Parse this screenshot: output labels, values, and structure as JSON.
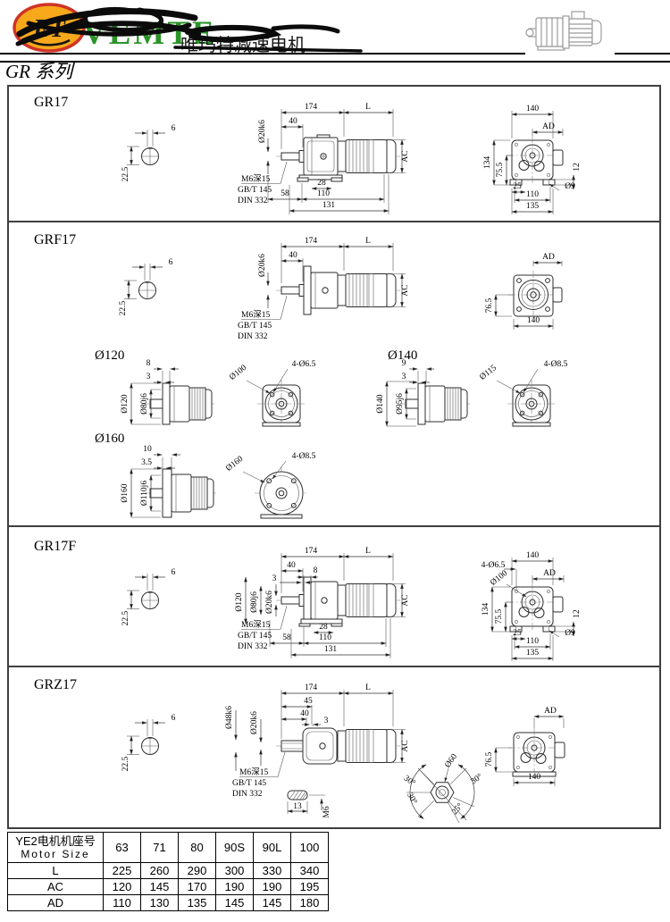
{
  "header": {
    "logo_badge": "ET",
    "brand": "VEMTE",
    "subtitle": "唯玛特减速电机",
    "series": "GR 系列"
  },
  "gr17": {
    "title": "GR17",
    "key_w": "6",
    "key_h": "22.5",
    "dim_174": "174",
    "dim_L": "L",
    "dim_40": "40",
    "shaft_dia": "Ø20k6",
    "dim_AC": "AC",
    "tap_line1": "M6深15",
    "tap_line2": "GB/T 145",
    "tap_line3": "DIN 332",
    "dim_58": "58",
    "dim_28": "28",
    "dim_110": "110",
    "dim_131": "131",
    "end_140": "140",
    "end_AD": "AD",
    "end_134": "134",
    "end_755": "75.5",
    "end_12": "12",
    "end_25": "25",
    "end_hole": "Ø9",
    "end_110": "110",
    "end_135": "135"
  },
  "grf17": {
    "title": "GRF17",
    "key_w": "6",
    "key_h": "22.5",
    "dim_174": "174",
    "dim_L": "L",
    "dim_40": "40",
    "shaft_dia": "Ø20k6",
    "dim_AC": "AC",
    "tap_line1": "M6深15",
    "tap_line2": "GB/T 145",
    "tap_line3": "DIN 332",
    "end_AD": "AD",
    "end_765": "76.5",
    "end_140": "140"
  },
  "flange120": {
    "title": "Ø120",
    "dim_8": "8",
    "dim_3": "3",
    "outer": "Ø120",
    "spigot": "Ø80j6",
    "bc": "Ø100",
    "holes": "4-Ø6.5"
  },
  "flange140": {
    "title": "Ø140",
    "dim_9": "9",
    "dim_3": "3",
    "outer": "Ø140",
    "spigot": "Ø95j6",
    "bc": "Ø115",
    "holes": "4-Ø8.5"
  },
  "flange160": {
    "title": "Ø160",
    "dim_10": "10",
    "dim_35": "3.5",
    "outer": "Ø160",
    "spigot": "Ø110j6",
    "bc": "Ø160",
    "holes": "4-Ø8.5"
  },
  "gr17f": {
    "title": "GR17F",
    "key_w": "6",
    "key_h": "22.5",
    "dim_174": "174",
    "dim_L": "L",
    "dim_40": "40",
    "dim_8": "8",
    "dim_3": "3",
    "flange_outer": "Ø120",
    "flange_spigot": "Ø80j6",
    "shaft_dia": "Ø20k6",
    "dim_AC": "AC",
    "tap_line1": "M6深15",
    "tap_line2": "GB/T 145",
    "tap_line3": "DIN 332",
    "dim_58": "58",
    "dim_28": "28",
    "dim_110": "110",
    "dim_131": "131",
    "end_140": "140",
    "end_holes": "4-Ø6.5",
    "end_bc": "Ø100",
    "end_AD": "AD",
    "end_134": "134",
    "end_755": "75.5",
    "end_12": "12",
    "end_25": "25",
    "end_hole": "Ø9",
    "end_110": "110",
    "end_135": "135"
  },
  "grz17": {
    "title": "GRZ17",
    "key_w": "6",
    "key_h": "22.5",
    "dim_174": "174",
    "dim_L": "L",
    "dim_45": "45",
    "dim_40": "40",
    "dim_3": "3",
    "hollow_dia": "Ø48k6",
    "shaft_dia": "Ø20k6",
    "dim_AC": "AC",
    "tap_line1": "M6深15",
    "tap_line2": "GB/T 145",
    "tap_line3": "DIN 332",
    "key_13": "13",
    "key_M6": "M6",
    "torque_dia": "Ø60",
    "ang1": "30°",
    "ang2": "30°",
    "ang3": "30°",
    "ang4": "25°",
    "end_AD": "AD",
    "end_765": "76.5",
    "end_140": "140"
  },
  "table": {
    "header_cn": "YE2电机机座号",
    "header_en": "Motor Size",
    "sizes": [
      "63",
      "71",
      "80",
      "90S",
      "90L",
      "100"
    ],
    "rows": [
      {
        "label": "L",
        "values": [
          "225",
          "260",
          "290",
          "300",
          "330",
          "340"
        ]
      },
      {
        "label": "AC",
        "values": [
          "120",
          "145",
          "170",
          "190",
          "190",
          "195"
        ]
      },
      {
        "label": "AD",
        "values": [
          "110",
          "130",
          "135",
          "145",
          "145",
          "180"
        ]
      }
    ]
  }
}
